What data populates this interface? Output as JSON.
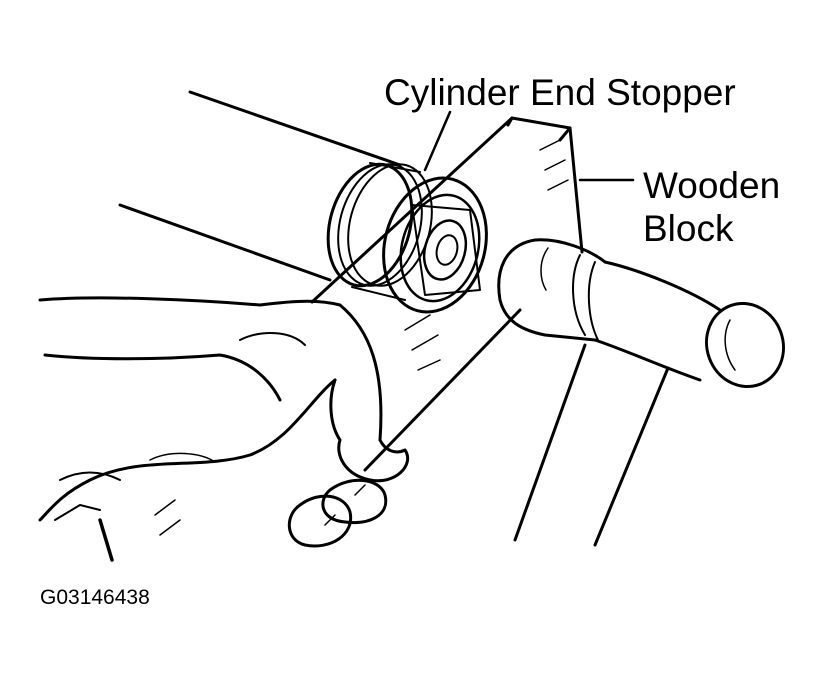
{
  "labels": {
    "cylinder_end_stopper": "Cylinder End Stopper",
    "wooden_block_line1": "Wooden",
    "wooden_block_line2": "Block",
    "figure_code": "G03146438"
  },
  "colors": {
    "ink": "#000000",
    "paper": "#ffffff"
  }
}
